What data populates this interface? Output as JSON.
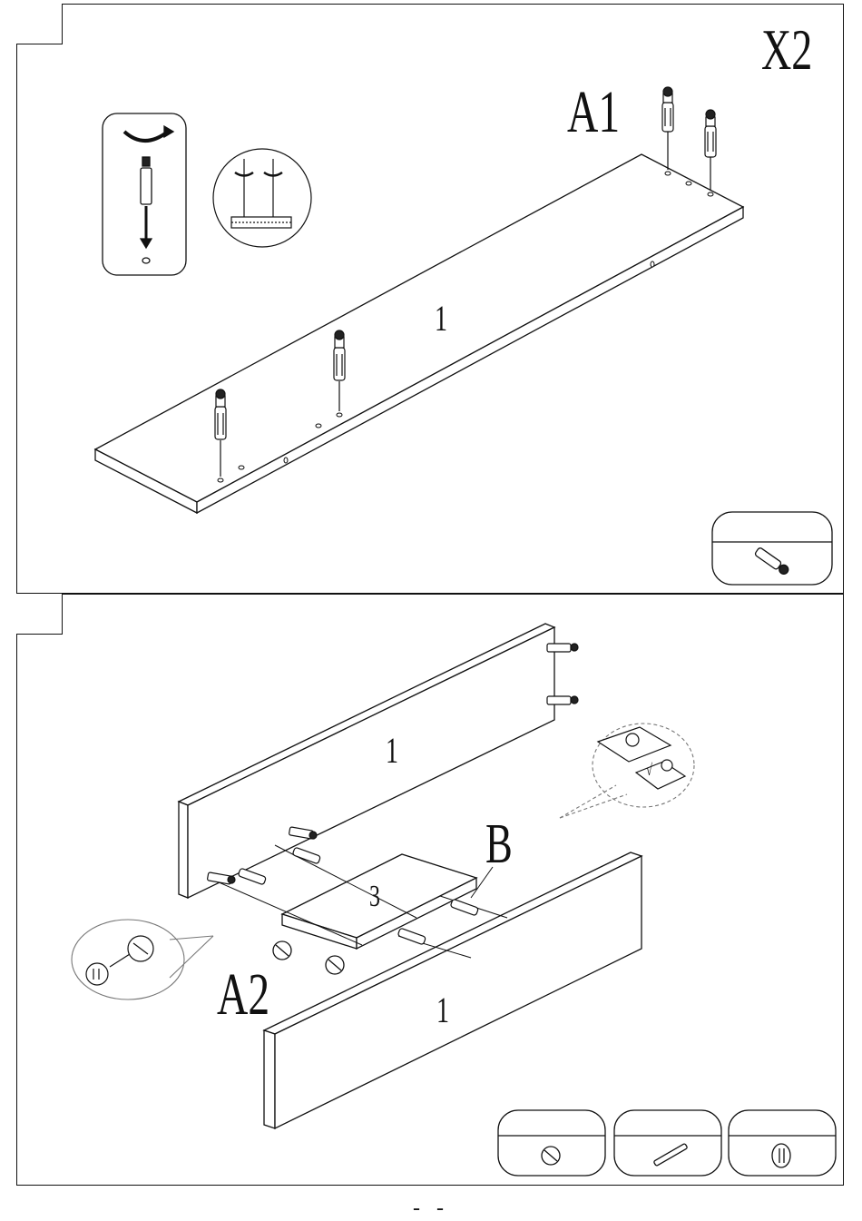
{
  "panel_top": {
    "quantity_label": "X2",
    "hardware_label": "A1",
    "part_number": "1",
    "hardware_icon": "cam-bolt-icon",
    "detail_icons": [
      "screwdriver-rotate-icon",
      "insert-bolt-detail-icon"
    ]
  },
  "panel_bottom": {
    "hardware_label_cam": "A2",
    "hardware_label_dowel": "B",
    "panel_upper_number": "1",
    "panel_lower_number": "1",
    "shelf_number": "3",
    "check_mark": "√",
    "legend_icons": [
      "cam-lock-icon",
      "wood-dowel-icon",
      "cover-cap-icon"
    ]
  },
  "footer": {
    "page_mark": "- -"
  }
}
